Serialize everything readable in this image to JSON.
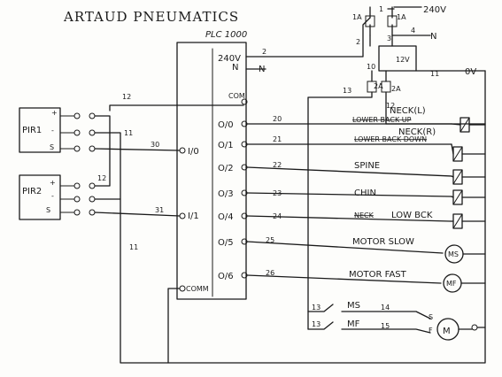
{
  "title": "ARTAUD PNEUMATICS",
  "plc": {
    "name": "PLC 1000",
    "terminals": [
      "240V",
      "N",
      "COM",
      "O/0",
      "O/1",
      "O/2",
      "O/3",
      "O/4",
      "O/5",
      "O/6"
    ],
    "inputs": [
      "I/0",
      "I/1"
    ],
    "com_bottom": "COMM"
  },
  "sensors": [
    {
      "name": "PIR1",
      "pins": [
        "+",
        "-",
        "S"
      ]
    },
    {
      "name": "PIR2",
      "pins": [
        "+",
        "-",
        "S"
      ]
    }
  ],
  "power": {
    "supply": "240V",
    "neutral": "N",
    "zero_volt": "0V",
    "psu_label": "12V",
    "fuses": [
      "1A",
      "1A",
      "2A",
      "2A"
    ]
  },
  "outputs": [
    {
      "label": "NECK(L)",
      "wire": "20",
      "struck": "LOWER BACK UP"
    },
    {
      "label": "NECK(R)",
      "wire": "21",
      "struck": "LOWER BACK DOWN"
    },
    {
      "label": "SPINE",
      "wire": "22"
    },
    {
      "label": "CHIN",
      "wire": "23"
    },
    {
      "label": "LOW BCK",
      "wire": "24",
      "struck": "NECK"
    },
    {
      "label": "MOTOR SLOW",
      "wire": "25",
      "device": "MS"
    },
    {
      "label": "MOTOR FAST",
      "wire": "26",
      "device": "MF"
    }
  ],
  "relays": [
    {
      "label": "MS",
      "wire_in": "13",
      "wire_out": "14"
    },
    {
      "label": "MF",
      "wire_in": "13",
      "wire_out": "15"
    }
  ],
  "motor": {
    "label": "M",
    "terminals": [
      "S",
      "F"
    ]
  },
  "wires": {
    "w2": "2",
    "w3": "3",
    "w4": "4",
    "w10": "10",
    "w11": "11",
    "w12": "12",
    "w13": "13",
    "w30": "30",
    "w31": "31",
    "one": "1"
  }
}
